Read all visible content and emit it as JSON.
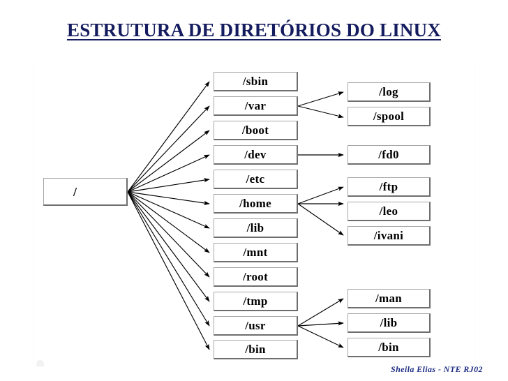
{
  "slide": {
    "title": "ESTRUTURA DE DIRETÓRIOS DO LINUX",
    "title_color": "#141b5e",
    "background_color": "#ffffff",
    "signature": "Sheila  Elias - NTE RJ02",
    "signature_color": "#1c2b83"
  },
  "diagram": {
    "type": "tree",
    "root": {
      "label": "/"
    },
    "level1": [
      {
        "label": "/sbin"
      },
      {
        "label": "/var"
      },
      {
        "label": "/boot"
      },
      {
        "label": "/dev"
      },
      {
        "label": "/etc"
      },
      {
        "label": "/home"
      },
      {
        "label": "/lib"
      },
      {
        "label": "/mnt"
      },
      {
        "label": "/root"
      },
      {
        "label": "/tmp"
      },
      {
        "label": "/usr"
      },
      {
        "label": "/bin"
      }
    ],
    "level2": [
      {
        "label": "/log",
        "parent": "/var"
      },
      {
        "label": "/spool",
        "parent": "/var"
      },
      {
        "label": "/fd0",
        "parent": "/dev"
      },
      {
        "label": "/ftp",
        "parent": "/home"
      },
      {
        "label": "/leo",
        "parent": "/home"
      },
      {
        "label": "/ivani",
        "parent": "/home"
      },
      {
        "label": "/man",
        "parent": "/usr"
      },
      {
        "label": "/lib",
        "parent": "/usr"
      },
      {
        "label": "/bin",
        "parent": "/usr"
      }
    ]
  }
}
